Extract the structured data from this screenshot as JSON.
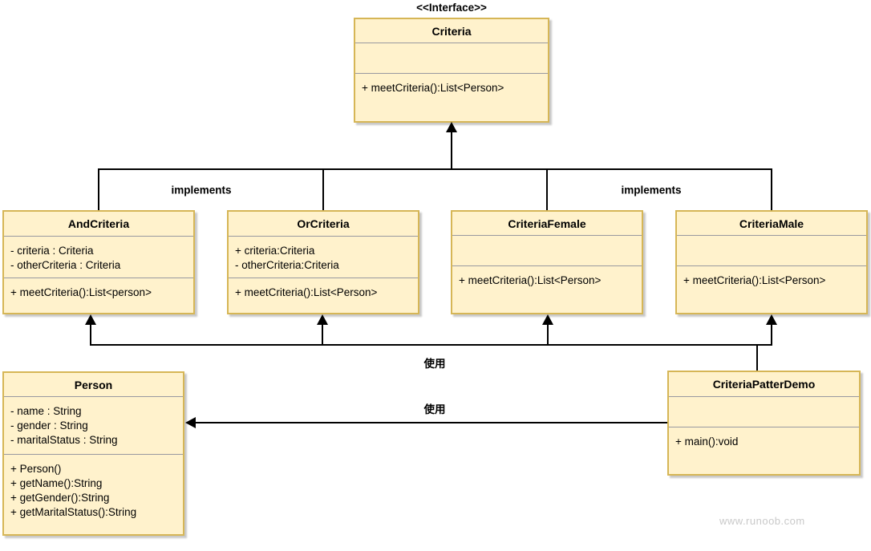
{
  "colors": {
    "box_fill": "#FFF2CC",
    "box_border": "#D6B656",
    "separator": "#9999A0",
    "line": "#000000",
    "text": "#000000",
    "watermark": "#C9C9C9"
  },
  "stereotype": "<<Interface>>",
  "labels": {
    "implements_left": "implements",
    "implements_right": "implements",
    "use_top": "使用",
    "use_bottom": "使用"
  },
  "watermark": "www.runoob.com",
  "classes": {
    "criteria": {
      "title": "Criteria",
      "attributes": [],
      "methods": [
        "+ meetCriteria():List<Person>"
      ]
    },
    "and_criteria": {
      "title": "AndCriteria",
      "attributes": [
        "- criteria : Criteria",
        "- otherCriteria : Criteria"
      ],
      "methods": [
        "+ meetCriteria():List<person>"
      ]
    },
    "or_criteria": {
      "title": "OrCriteria",
      "attributes": [
        "+ criteria:Criteria",
        "- otherCriteria:Criteria"
      ],
      "methods": [
        "+ meetCriteria():List<Person>"
      ]
    },
    "criteria_female": {
      "title": "CriteriaFemale",
      "attributes": [],
      "methods": [
        "+ meetCriteria():List<Person>"
      ]
    },
    "criteria_male": {
      "title": "CriteriaMale",
      "attributes": [],
      "methods": [
        "+ meetCriteria():List<Person>"
      ]
    },
    "person": {
      "title": "Person",
      "attributes": [
        "- name : String",
        "- gender : String",
        "- maritalStatus : String"
      ],
      "methods": [
        "+ Person()",
        "+ getName():String",
        "+ getGender():String",
        "+ getMaritalStatus():String"
      ]
    },
    "demo": {
      "title": "CriteriaPatterDemo",
      "attributes": [],
      "methods": [
        "+ main():void"
      ]
    }
  }
}
